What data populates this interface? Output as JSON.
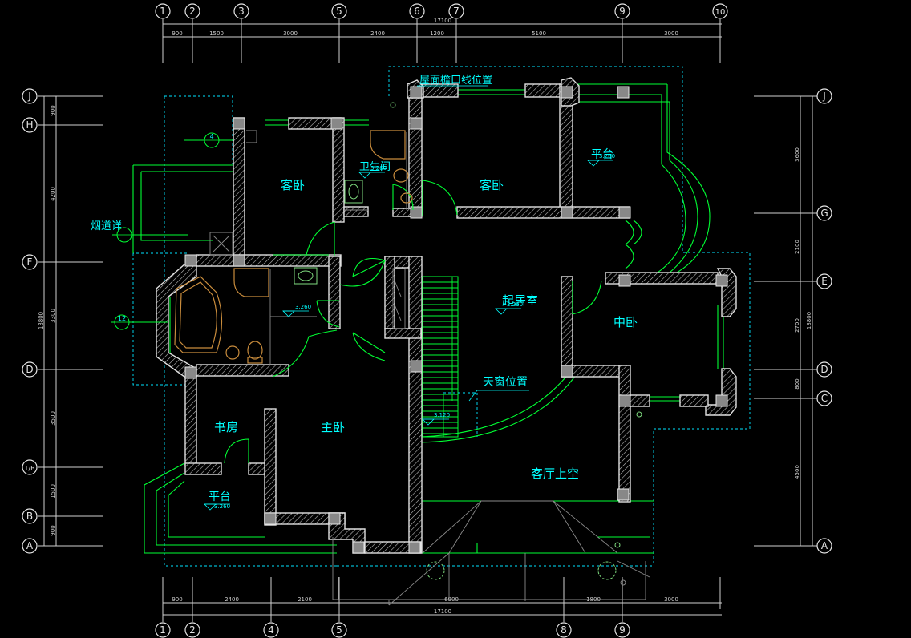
{
  "axes": {
    "top": [
      "1",
      "2",
      "3",
      "5",
      "6",
      "7",
      "9",
      "10"
    ],
    "bottom": [
      "1",
      "2",
      "4",
      "5",
      "8",
      "9"
    ],
    "left": [
      "J",
      "H",
      "F",
      "D",
      "1/B",
      "B",
      "A"
    ],
    "right": [
      "J",
      "G",
      "E",
      "D",
      "C",
      "A"
    ]
  },
  "dimensions": {
    "top_total": "17100",
    "top_segments": [
      "900",
      "1500",
      "3000",
      "2400",
      "1200",
      "5100",
      "3000"
    ],
    "bottom_total": "17100",
    "bottom_segments": [
      "900",
      "2400",
      "2100",
      "6900",
      "1800",
      "3000"
    ],
    "left_total": "13800",
    "left_segments": [
      "900",
      "4200",
      "3300",
      "3500",
      "1500",
      "900"
    ],
    "right_total": "13800",
    "right_segments": [
      "3600",
      "2100",
      "2700",
      "800",
      "4500"
    ]
  },
  "rooms": {
    "guest_bedroom_1": "客卧",
    "guest_bedroom_2": "客卧",
    "bathroom": "卫生间",
    "terrace_top": "平台",
    "living_room": "起居室",
    "middle_bedroom": "中卧",
    "study": "书房",
    "master_bedroom": "主卧",
    "terrace_bottom": "平台",
    "living_void": "客厅上空",
    "skylight": "天窗位置",
    "roof_eave": "屋面檐口线位置",
    "chimney": "烟道详"
  },
  "levels": {
    "bathroom": "3.260",
    "terrace_top": "3.260",
    "living_room": "3.260",
    "master_bath": "3.260",
    "terrace_bottom": "3.260",
    "stair": "3.120"
  },
  "detail_tags": {
    "tag_4": "4",
    "tag_12": "12"
  }
}
